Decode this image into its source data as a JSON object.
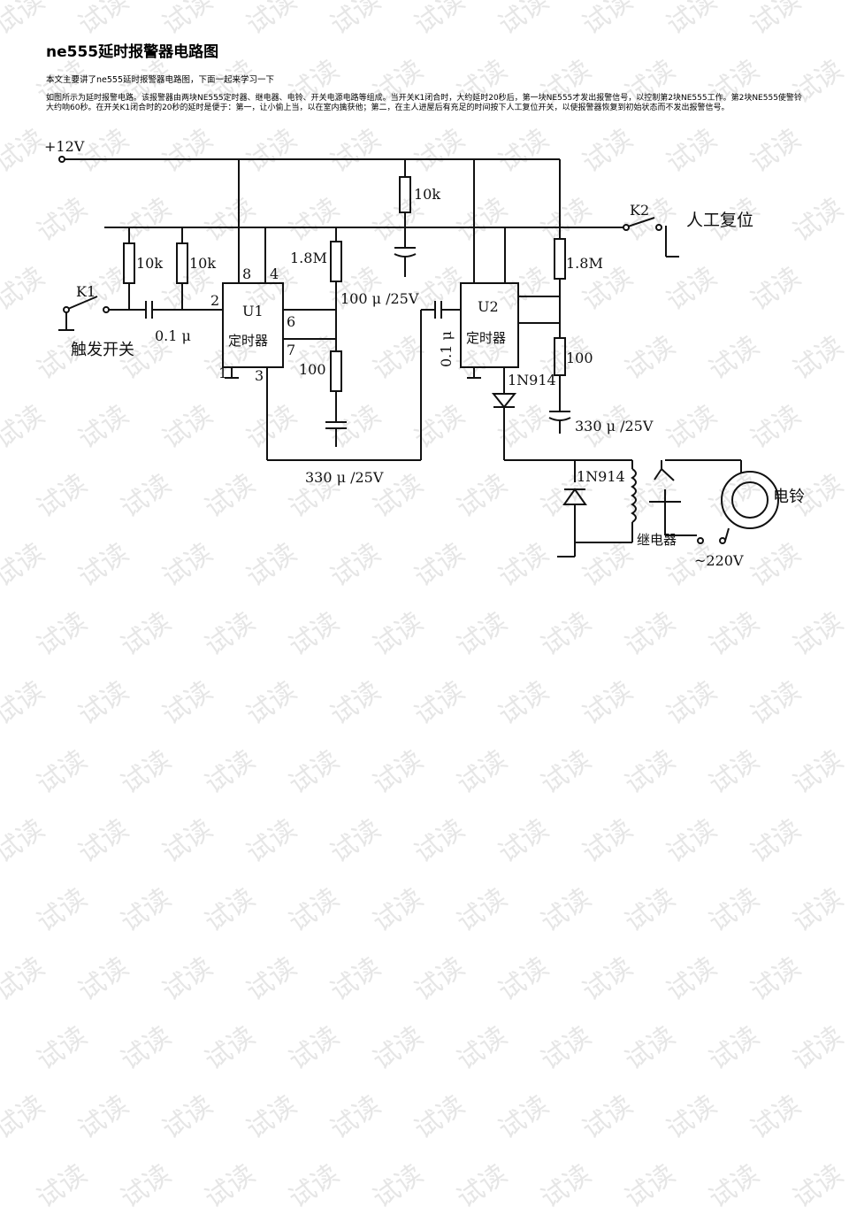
{
  "document": {
    "title": "ne555延时报警器电路图",
    "intro": "本文主要讲了ne555延时报警器电路图，下面一起来学习一下",
    "paragraph": "如图所示为延时报警电路。该报警器由两块NE555定时器、继电器、电铃、开关电源电路等组成。当开关K1闭合时，大约延时20秒后，第一块NE555才发出报警信号，以控制第2块NE555工作。第2块NE555使警铃大约响60秒。在开关K1闭合时的20秒的延时是便于：第一，让小偷上当，以在室内擒获他；第二，在主人进屋后有充足的时间按下人工复位开关，以使报警器恢复到初始状态而不发出报警信号。"
  },
  "watermark": {
    "text": "试读",
    "color": "#e6e6e6"
  },
  "circuit": {
    "supply": "+12V",
    "k1": "K1",
    "k2": "K2",
    "reset_label": "人工复位",
    "trigger_label": "触发开关",
    "r_10k_a": "10k",
    "r_10k_b": "10k",
    "r_10k_c": "10k",
    "r_1m8_a": "1.8M",
    "r_1m8_b": "1.8M",
    "r_100_a": "100",
    "r_100_b": "100",
    "c_01u_a": "0.1 μ",
    "c_01u_b": "0.1 μ",
    "c_100u": "100 μ /25V",
    "c_330u_a": "330 μ /25V",
    "c_330u_b": "330 μ /25V",
    "u1_name": "U1",
    "u1_desc": "定时器",
    "u2_name": "U2",
    "u2_desc": "定时器",
    "pin_8": "8",
    "pin_4": "4",
    "pin_2": "2",
    "pin_6": "6",
    "pin_7": "7",
    "pin_1": "1",
    "pin_3": "3",
    "diode_a": "1N914",
    "diode_b": "1N914",
    "relay": "继电器",
    "bell": "电铃",
    "mains": "~220V"
  }
}
